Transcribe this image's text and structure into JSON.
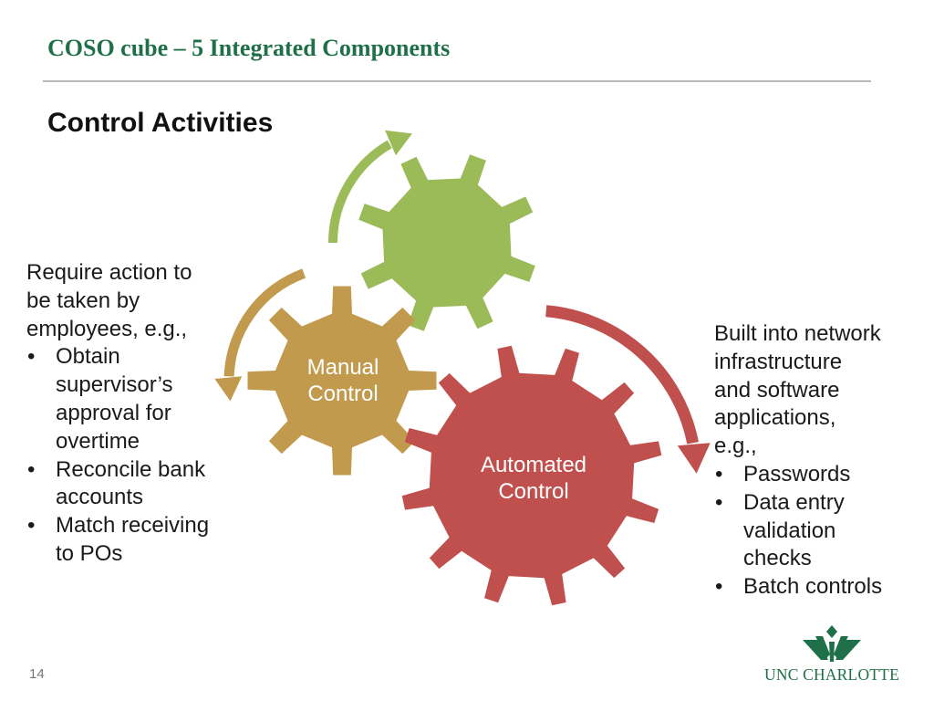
{
  "header": {
    "title": "COSO cube – 5 Integrated Components",
    "subtitle": "Control Activities"
  },
  "diagram": {
    "gears": [
      {
        "id": "top",
        "label_lines": [],
        "color": "#9bbb59"
      },
      {
        "id": "manual",
        "label_lines": [
          "Manual",
          "Control"
        ],
        "color": "#c19a4d"
      },
      {
        "id": "automated",
        "label_lines": [
          "Automated",
          "Control"
        ],
        "color": "#c0504d"
      }
    ],
    "arrows": [
      {
        "id": "green",
        "color": "#9bbb59"
      },
      {
        "id": "tan",
        "color": "#c19a4d"
      },
      {
        "id": "red",
        "color": "#c0504d"
      }
    ]
  },
  "left_panel": {
    "intro_lines": [
      "Require action to",
      "be taken by",
      "employees, e.g.,"
    ],
    "bullets": [
      {
        "lines": [
          "Obtain",
          "supervisor’s",
          "approval for",
          "overtime"
        ]
      },
      {
        "lines": [
          "Reconcile bank",
          "accounts"
        ]
      },
      {
        "lines": [
          "Match receiving",
          "to POs"
        ]
      }
    ]
  },
  "right_panel": {
    "intro_lines": [
      "Built into network",
      "infrastructure",
      "and software",
      "applications,",
      "e.g.,"
    ],
    "bullets": [
      {
        "lines": [
          "Passwords"
        ]
      },
      {
        "lines": [
          "Data entry",
          "validation",
          "checks"
        ]
      },
      {
        "lines": [
          "Batch controls"
        ]
      }
    ]
  },
  "footer": {
    "page_number": "14",
    "logo_text": "UNC CHARLOTTE",
    "logo_color": "#1f7048"
  }
}
